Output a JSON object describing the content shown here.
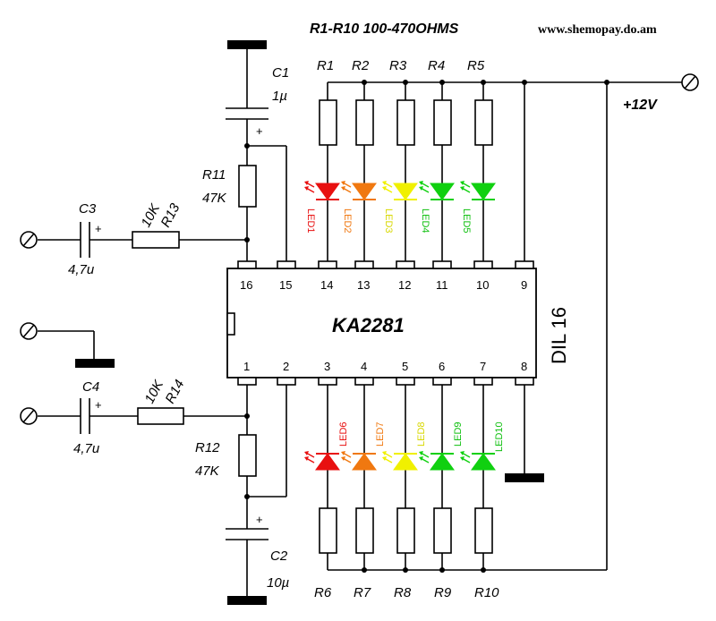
{
  "header": {
    "title": "R1-R10 100-470OHMS",
    "url": "www.shemopay.do.am"
  },
  "supply": {
    "label": "+12V"
  },
  "ic": {
    "name": "KA2281",
    "package": "DIL 16",
    "top_pins": [
      "16",
      "15",
      "14",
      "13",
      "12",
      "11",
      "10",
      "9"
    ],
    "bottom_pins": [
      "1",
      "2",
      "3",
      "4",
      "5",
      "6",
      "7",
      "8"
    ]
  },
  "resistors_top": [
    "R1",
    "R2",
    "R3",
    "R4",
    "R5"
  ],
  "resistors_bottom": [
    "R6",
    "R7",
    "R8",
    "R9",
    "R10"
  ],
  "leds_top": [
    {
      "label": "LED1",
      "color": "#e81010"
    },
    {
      "label": "LED2",
      "color": "#f07810"
    },
    {
      "label": "LED3",
      "color": "#f0f000"
    },
    {
      "label": "LED4",
      "color": "#10d010"
    },
    {
      "label": "LED5",
      "color": "#10d010"
    }
  ],
  "leds_bottom": [
    {
      "label": "LED6",
      "color": "#e81010"
    },
    {
      "label": "LED7",
      "color": "#f07810"
    },
    {
      "label": "LED8",
      "color": "#f0f000"
    },
    {
      "label": "LED9",
      "color": "#10d010"
    },
    {
      "label": "LED10",
      "color": "#10d010"
    }
  ],
  "components": {
    "c1": {
      "name": "C1",
      "value": "1µ"
    },
    "c2": {
      "name": "C2",
      "value": "10µ"
    },
    "c3": {
      "name": "C3",
      "value": "4,7u"
    },
    "c4": {
      "name": "C4",
      "value": "4,7u"
    },
    "r11": {
      "name": "R11",
      "value": "47K"
    },
    "r12": {
      "name": "R12",
      "value": "47K"
    },
    "r13": {
      "name": "R13",
      "value": "10K"
    },
    "r14": {
      "name": "R14",
      "value": "10K"
    },
    "plus": "+"
  }
}
